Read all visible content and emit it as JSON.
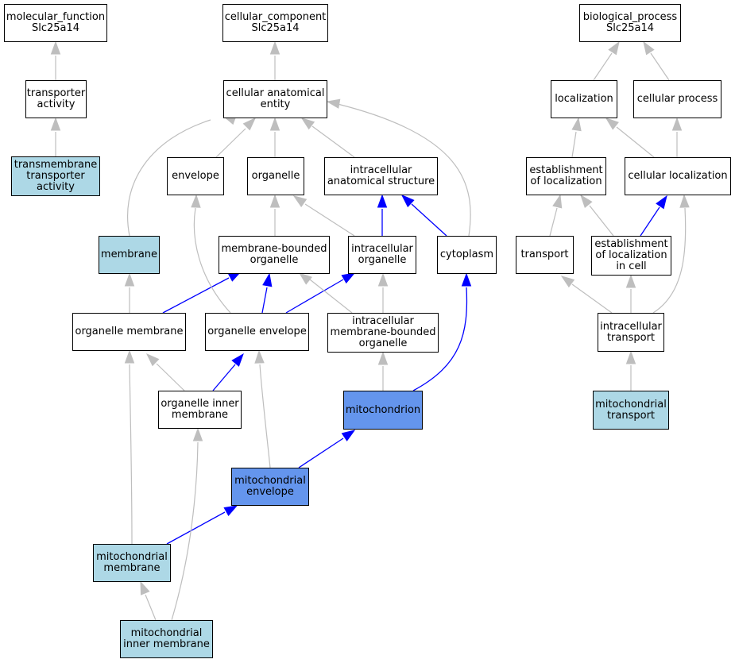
{
  "colors": {
    "edge_gray": "#bebebe",
    "edge_blue": "#0000ff",
    "node_default": "#ffffff",
    "node_light": "#add8e6",
    "node_blue": "#6495ed",
    "border": "#000000"
  },
  "nodes": {
    "molecular_function": "molecular_function\nSlc25a14",
    "transporter_activity": "transporter\nactivity",
    "transmembrane_transporter_activity": "transmembrane\ntransporter\nactivity",
    "cellular_component": "cellular_component\nSlc25a14",
    "cellular_anatomical_entity": "cellular anatomical\nentity",
    "envelope": "envelope",
    "organelle": "organelle",
    "intracellular_anatomical_structure": "intracellular\nanatomical structure",
    "membrane": "membrane",
    "membrane_bounded_organelle": "membrane-bounded\norganelle",
    "intracellular_organelle": "intracellular\norganelle",
    "cytoplasm": "cytoplasm",
    "organelle_membrane": "organelle membrane",
    "organelle_envelope": "organelle envelope",
    "intracellular_membrane_bounded_organelle": "intracellular\nmembrane-bounded\norganelle",
    "organelle_inner_membrane": "organelle inner\nmembrane",
    "mitochondrion": "mitochondrion",
    "mitochondrial_envelope": "mitochondrial\nenvelope",
    "mitochondrial_membrane": "mitochondrial\nmembrane",
    "mitochondrial_inner_membrane": "mitochondrial\ninner membrane",
    "biological_process": "biological_process\nSlc25a14",
    "localization": "localization",
    "cellular_process": "cellular process",
    "establishment_of_localization": "establishment\nof localization",
    "cellular_localization": "cellular localization",
    "transport": "transport",
    "establishment_of_localization_in_cell": "establishment\nof localization\nin cell",
    "intracellular_transport": "intracellular\ntransport",
    "mitochondrial_transport": "mitochondrial\ntransport"
  }
}
